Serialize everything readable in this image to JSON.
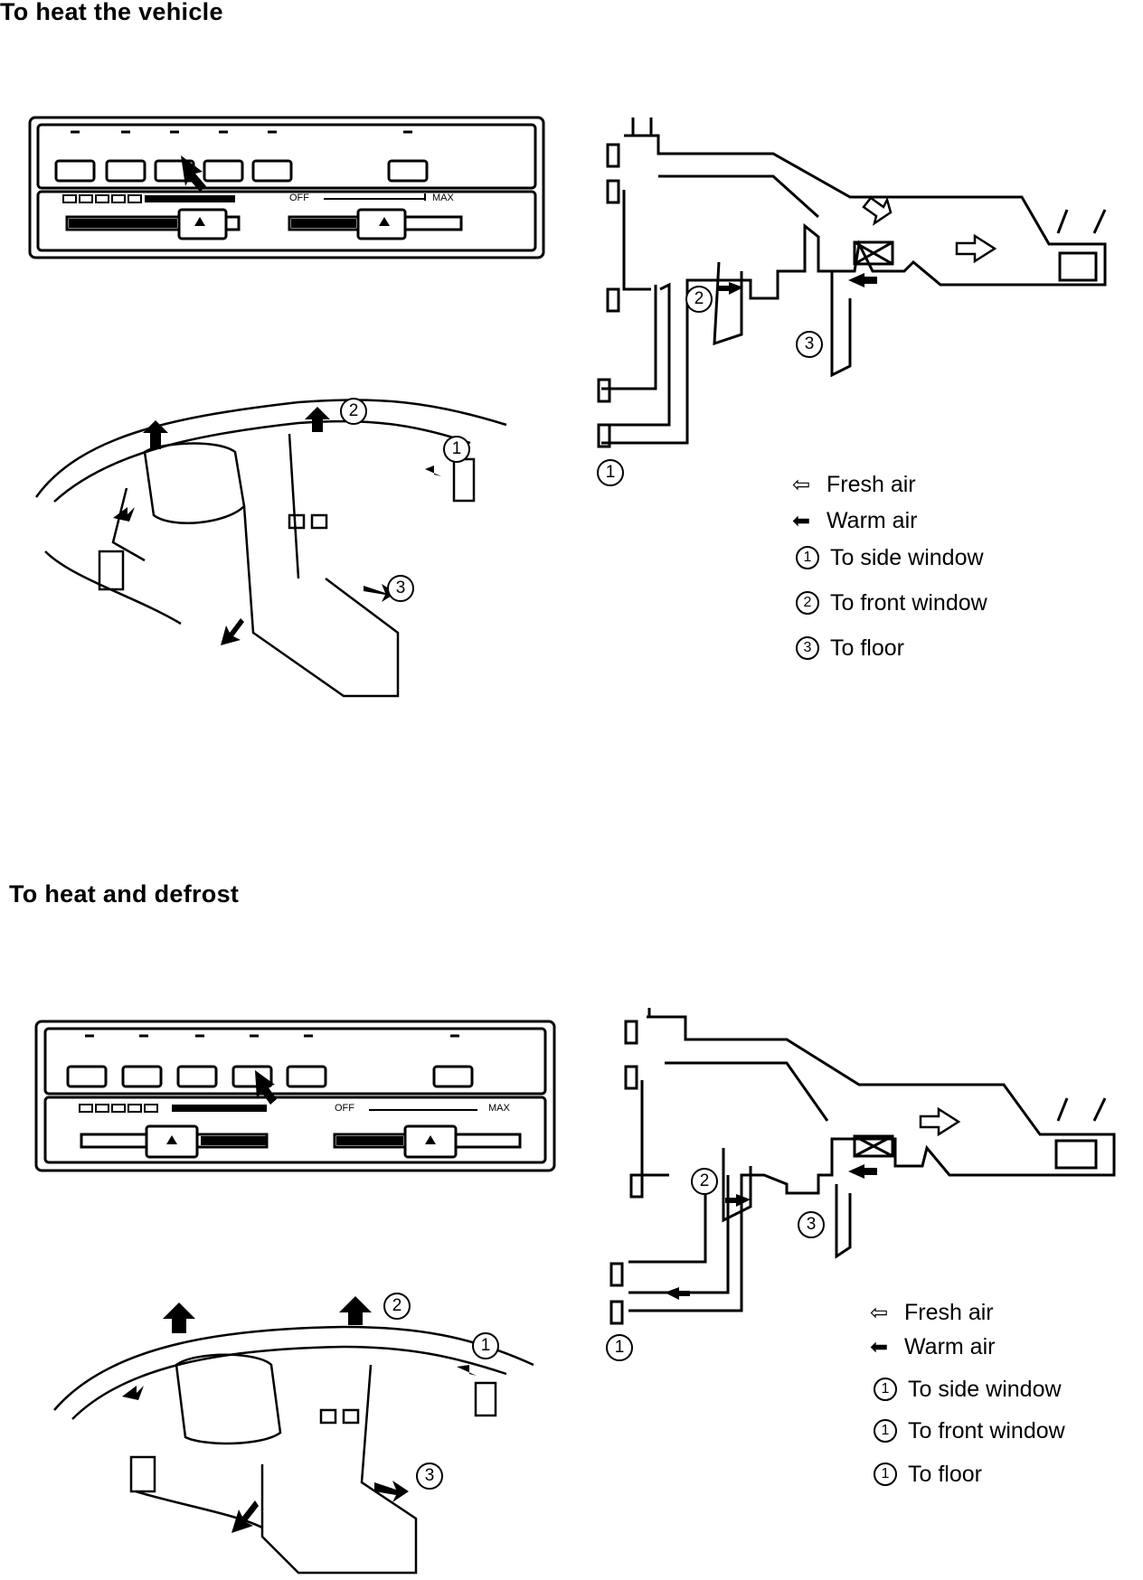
{
  "sections": [
    {
      "heading": "To heat the vehicle",
      "panel": {
        "fan_off": "OFF",
        "fan_max": "MAX"
      },
      "markers": {
        "n1": "1",
        "n2": "2",
        "n3": "3"
      },
      "legend": {
        "fresh_air": "Fresh air",
        "warm_air": "Warm air",
        "items": [
          {
            "num": "1",
            "label": "To side window"
          },
          {
            "num": "2",
            "label": "To front window"
          },
          {
            "num": "3",
            "label": "To floor"
          }
        ]
      }
    },
    {
      "heading": "To heat and defrost",
      "panel": {
        "fan_off": "OFF",
        "fan_max": "MAX"
      },
      "markers": {
        "n1": "1",
        "n2": "2",
        "n3": "3"
      },
      "legend": {
        "fresh_air": "Fresh air",
        "warm_air": "Warm air",
        "items": [
          {
            "num": "1",
            "label": "To side window"
          },
          {
            "num": "1",
            "label": "To front window"
          },
          {
            "num": "1",
            "label": "To floor"
          }
        ]
      }
    }
  ]
}
